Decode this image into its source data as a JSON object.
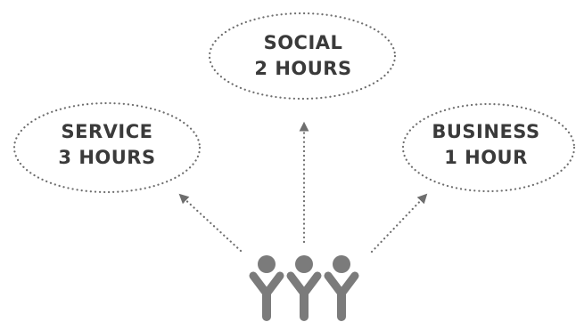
{
  "bubbles": {
    "social": {
      "name": "SOCIAL",
      "time": "2 HOURS"
    },
    "service": {
      "name": "SERVICE",
      "time": "3 HOURS"
    },
    "business": {
      "name": "BUSINESS",
      "time": "1 HOUR"
    }
  },
  "colors": {
    "text": "#3a3a3a",
    "dots": "#6e6e6e",
    "people": "#7b7b7b"
  },
  "icons": [
    "group-of-three-people-icon",
    "arrow-up-icon",
    "arrow-up-left-icon",
    "arrow-up-right-icon"
  ]
}
